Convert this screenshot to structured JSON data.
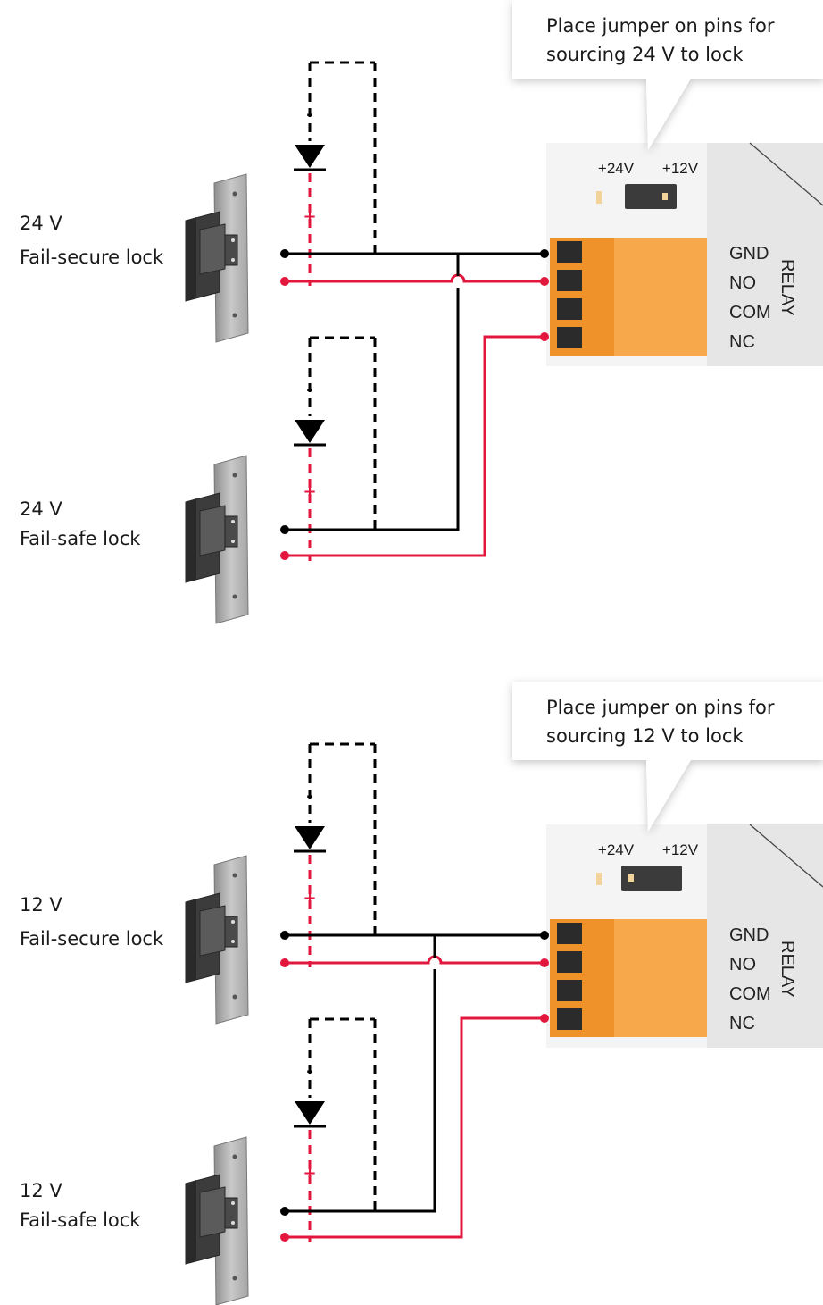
{
  "colors": {
    "wire_black": "#000000",
    "wire_red": "#e3173e",
    "terminal_orange_dark": "#f0922a",
    "terminal_orange_light": "#f7a84a",
    "board": "#f4f4f4",
    "relay_panel": "#e6e6e6",
    "jumper_pin": "#f2d49a"
  },
  "sections": [
    {
      "callout": {
        "line1": "Place jumper on pins for",
        "line2": "sourcing 24 V to lock"
      },
      "jumper": {
        "left_label": "+24V",
        "right_label": "+12V",
        "position": "left"
      },
      "terminals": [
        "GND",
        "NO",
        "COM",
        "NC"
      ],
      "relay_label": "RELAY",
      "locks": [
        {
          "voltage": "24 V",
          "type": "Fail-secure lock"
        },
        {
          "voltage": "24 V",
          "type": "Fail-safe lock"
        }
      ],
      "diode": {
        "minus": "-",
        "plus": "+"
      }
    },
    {
      "callout": {
        "line1": "Place jumper on pins for",
        "line2": "sourcing 12 V to lock"
      },
      "jumper": {
        "left_label": "+24V",
        "right_label": "+12V",
        "position": "right"
      },
      "terminals": [
        "GND",
        "NO",
        "COM",
        "NC"
      ],
      "relay_label": "RELAY",
      "locks": [
        {
          "voltage": "12 V",
          "type": "Fail-secure lock"
        },
        {
          "voltage": "12 V",
          "type": "Fail-safe lock"
        }
      ],
      "diode": {
        "minus": "-",
        "plus": "+"
      }
    }
  ]
}
